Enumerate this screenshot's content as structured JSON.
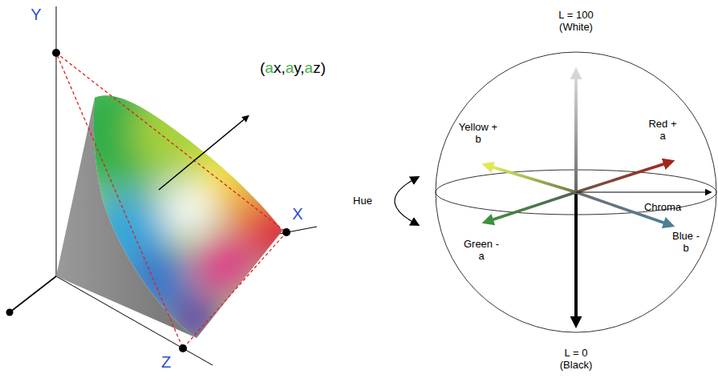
{
  "diagram": {
    "labels": [
      "Y",
      "(ax,ay,az)",
      "X",
      "Z",
      "L = 100 (White)",
      "Yellow + b",
      "Red + a",
      "Hue",
      "Chroma",
      "Green - a",
      "Blue - b",
      "L = 0 (Black)"
    ]
  }
}
